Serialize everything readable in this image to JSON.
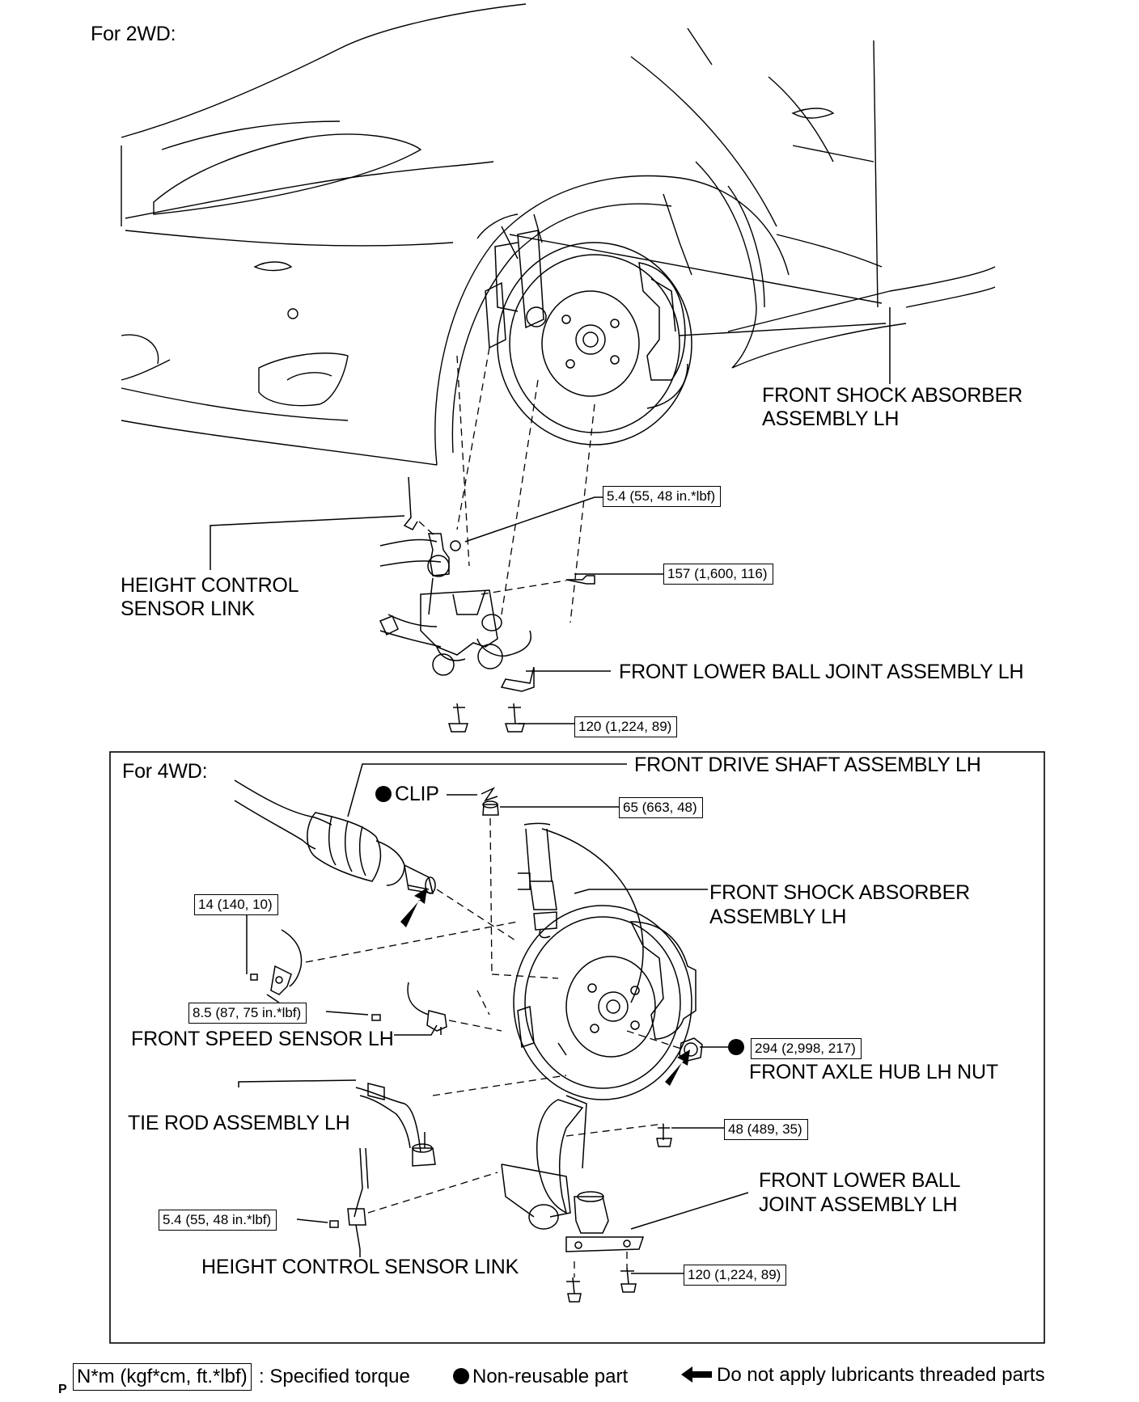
{
  "sections": {
    "twd_title": "For 2WD:",
    "fwd_title": "For 4WD:"
  },
  "labels_2wd": {
    "shock_absorber_line1": "FRONT SHOCK ABSORBER",
    "shock_absorber_line2": "ASSEMBLY LH",
    "height_sensor_line1": "HEIGHT CONTROL",
    "height_sensor_line2": "SENSOR LINK",
    "ball_joint": "FRONT LOWER BALL JOINT ASSEMBLY LH"
  },
  "torques_2wd": {
    "t1": "5.4 (55, 48 in.*lbf)",
    "t2": "157 (1,600, 116)",
    "t3": "120 (1,224, 89)"
  },
  "labels_4wd": {
    "drive_shaft": "FRONT DRIVE SHAFT ASSEMBLY LH",
    "clip": "CLIP",
    "shock_absorber_line1": "FRONT SHOCK ABSORBER",
    "shock_absorber_line2": "ASSEMBLY LH",
    "speed_sensor": "FRONT SPEED SENSOR LH",
    "axle_hub_nut": "FRONT AXLE HUB LH NUT",
    "tie_rod": "TIE ROD ASSEMBLY LH",
    "ball_joint_line1": "FRONT LOWER BALL",
    "ball_joint_line2": "JOINT ASSEMBLY LH",
    "height_sensor": "HEIGHT CONTROL SENSOR LINK"
  },
  "torques_4wd": {
    "t_clip": "65 (663, 48)",
    "t_speed_bracket": "14 (140, 10)",
    "t_speed_sensor": "8.5 (87, 75 in.*lbf)",
    "t_hub_nut": "294 (2,998, 217)",
    "t_knuckle": "48 (489, 35)",
    "t_height": "5.4 (55, 48 in.*lbf)",
    "t_ball": "120 (1,224, 89)"
  },
  "legend": {
    "unit": "N*m (kgf*cm, ft.*lbf)",
    "unit_desc": ": Specified torque",
    "nonreusable": "Non-reusable part",
    "no_lube": "Do not apply lubricants threaded parts"
  },
  "corner_mark": "P"
}
